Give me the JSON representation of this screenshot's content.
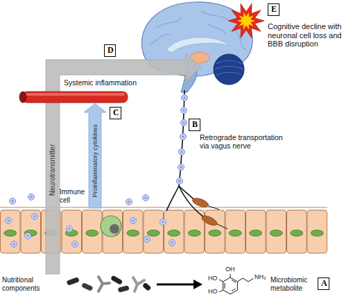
{
  "diagram": {
    "nodes": [
      {
        "text": [
          "E"
        ]
      },
      {
        "text": [
          "D"
        ]
      },
      {
        "text": [
          "C"
        ]
      },
      {
        "text": [
          "B"
        ]
      },
      {
        "text": [
          "A"
        ]
      }
    ],
    "labels": [
      "Cognitive decline with neuronal cell loss and BBB disruption",
      "Systemic inflammation",
      "Retrograde transportation via vagus nerve",
      "Neurotransmitter",
      "Proinflammatory cytokines",
      "Immune cell",
      "OH",
      "HO",
      "HO",
      "NH₂",
      "Nutritional components",
      "Microbiomic metabolite"
    ]
  }
}
